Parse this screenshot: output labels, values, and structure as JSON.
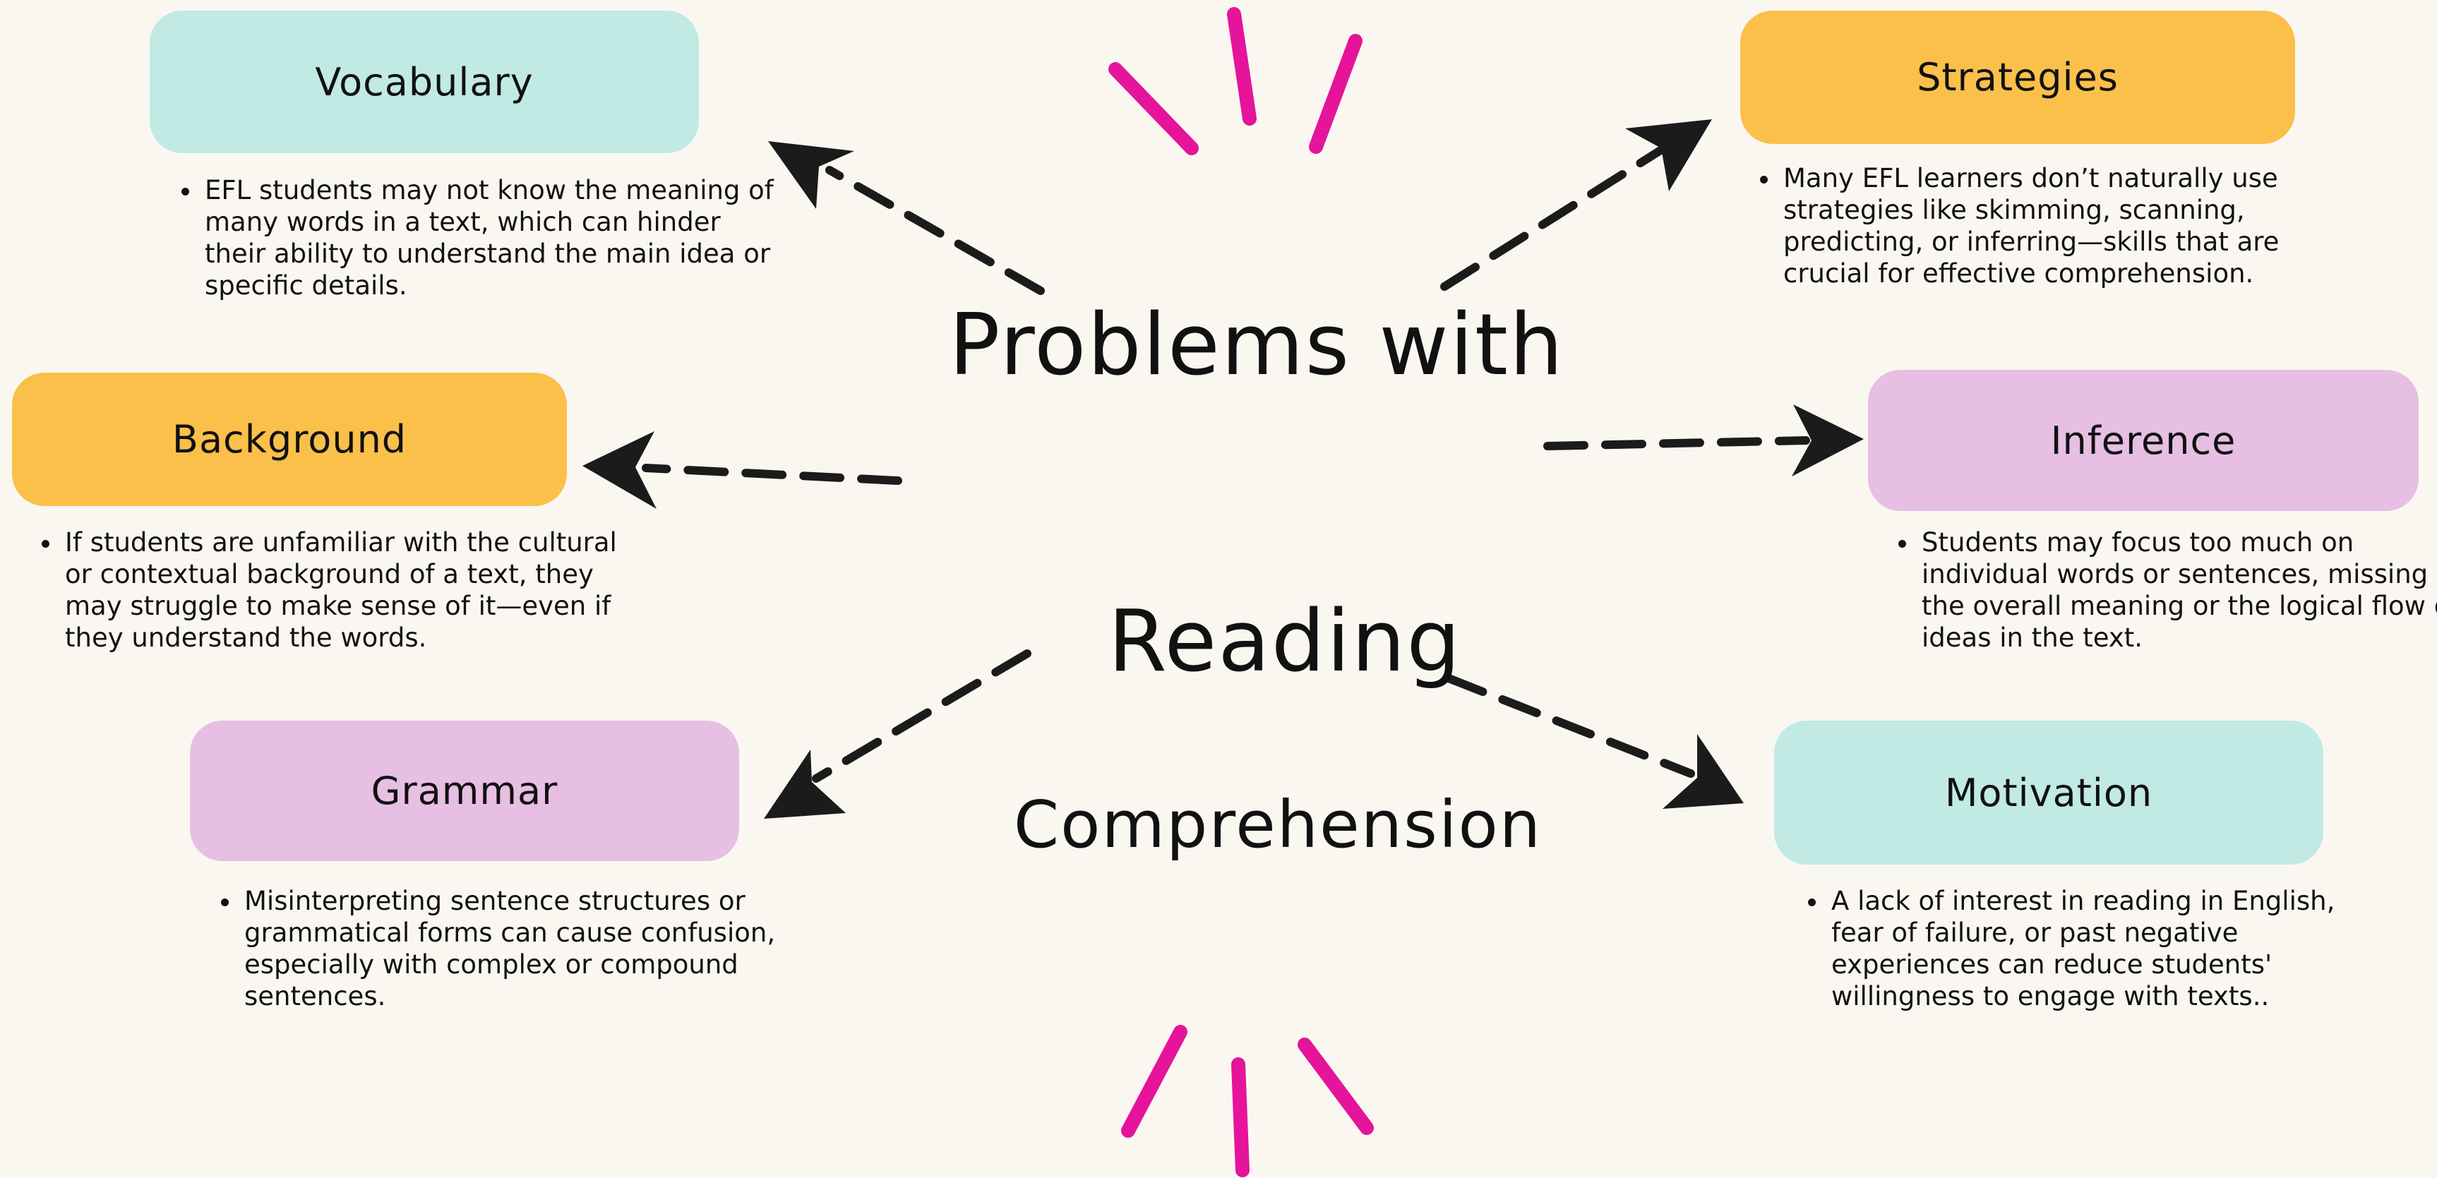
{
  "title": {
    "line1": "Problems with",
    "line2": "Reading",
    "line3": "Comprehension"
  },
  "colors": {
    "background": "#faf7f1",
    "teal": "#c1eae4",
    "orange": "#fbc04a",
    "lilac": "#e6bfe2",
    "accent_pink": "#e5149a",
    "arrow": "#1b1b1b"
  },
  "topics": [
    {
      "id": "vocabulary",
      "label": "Vocabulary",
      "color": "teal",
      "bullet": "EFL students may not know the meaning of many words in a text, which can hinder their ability to understand the main idea or specific details."
    },
    {
      "id": "strategies",
      "label": "Strategies",
      "color": "orange",
      "bullet": "Many EFL learners don’t naturally use strategies like skimming, scanning, predicting, or inferring—skills that are crucial for effective comprehension."
    },
    {
      "id": "background",
      "label": "Background",
      "color": "orange",
      "bullet": "If students are unfamiliar with the cultural or contextual background of a text, they may struggle to make sense of it—even if they understand the words."
    },
    {
      "id": "inference",
      "label": "Inference",
      "color": "lilac",
      "bullet": "Students may focus too much on individual words or sentences, missing the overall meaning or the logical flow of ideas in the text."
    },
    {
      "id": "grammar",
      "label": "Grammar",
      "color": "lilac",
      "bullet": "Misinterpreting sentence structures or grammatical forms can cause confusion, especially with complex or compound sentences."
    },
    {
      "id": "motivation",
      "label": "Motivation",
      "color": "teal",
      "bullet": "A lack of interest in reading in English, fear of failure, or past negative experiences can reduce students' willingness to engage with texts.."
    }
  ]
}
